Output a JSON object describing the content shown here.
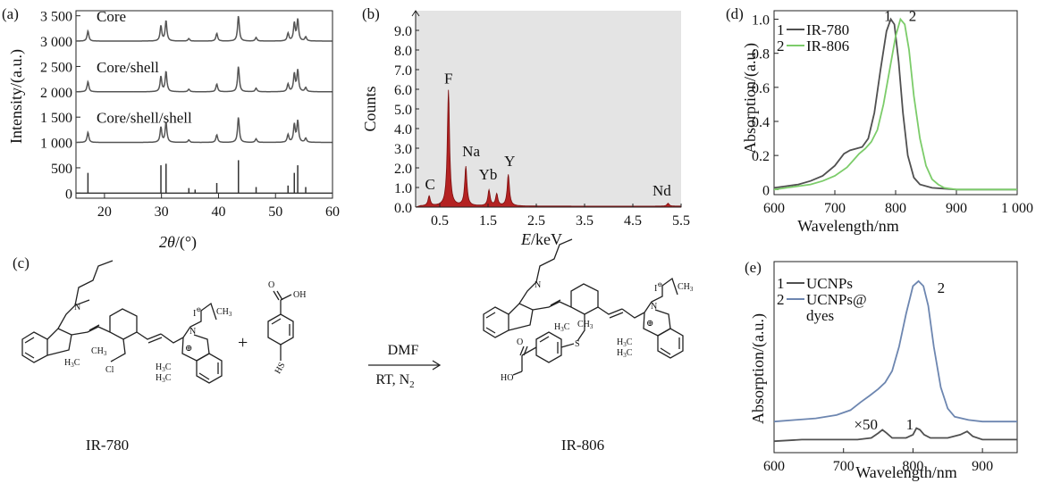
{
  "panels": {
    "a": {
      "letter": "(a)",
      "xlabel_sym": "2θ",
      "xlabel_unit": "/(°)",
      "ylabel": "Intensity/(a.u.)"
    },
    "b": {
      "letter": "(b)",
      "xlabel_sym": "E",
      "xlabel_unit": "/keV",
      "ylabel": "Counts"
    },
    "c": {
      "letter": "(c)",
      "reactant1": "IR-780",
      "product": "IR-806",
      "reagent_top": "DMF",
      "reagent_bottom": "RT, N",
      "reagent_sub": "2",
      "plus": "+"
    },
    "d": {
      "letter": "(d)",
      "xlabel": "Wavelength/nm",
      "ylabel": "Absorption/(a.u.)"
    },
    "e": {
      "letter": "(e)",
      "xlabel": "Wavelength/nm",
      "ylabel": "Absorption/(a.u.)",
      "annotation_x50": "×50"
    }
  },
  "chart_data": [
    {
      "id": "a",
      "type": "line",
      "xlim": [
        15,
        60
      ],
      "ylim": [
        -100,
        3600
      ],
      "xticks": [
        "20",
        "30",
        "40",
        "50",
        "60"
      ],
      "yticks": [
        {
          "v": 3500,
          "label": "3 500"
        },
        {
          "v": 3000,
          "label": "3 000"
        },
        {
          "v": 2500,
          "label": "2 500"
        },
        {
          "v": 2000,
          "label": "2 000"
        },
        {
          "v": 1500,
          "label": "1 500"
        },
        {
          "v": 1000,
          "label": "1 000"
        },
        {
          "v": 500,
          "label": "500"
        },
        {
          "v": 0,
          "label": "0"
        }
      ],
      "curve_labels": [
        "Core",
        "Core/shell",
        "Core/shell/shell"
      ],
      "series_offsets": [
        3000,
        2000,
        1000
      ],
      "peaks": [
        {
          "x": 17.1,
          "h": 200
        },
        {
          "x": 29.9,
          "h": 300
        },
        {
          "x": 30.8,
          "h": 400
        },
        {
          "x": 34.8,
          "h": 50
        },
        {
          "x": 39.7,
          "h": 150
        },
        {
          "x": 43.5,
          "h": 500
        },
        {
          "x": 46.6,
          "h": 70
        },
        {
          "x": 52.2,
          "h": 150
        },
        {
          "x": 53.3,
          "h": 350
        },
        {
          "x": 53.9,
          "h": 420
        },
        {
          "x": 55.3,
          "h": 80
        }
      ],
      "reference_sticks": [
        {
          "x": 17.1,
          "h": 400
        },
        {
          "x": 29.9,
          "h": 550
        },
        {
          "x": 30.8,
          "h": 580
        },
        {
          "x": 34.8,
          "h": 100
        },
        {
          "x": 35.9,
          "h": 70
        },
        {
          "x": 39.7,
          "h": 200
        },
        {
          "x": 43.5,
          "h": 650
        },
        {
          "x": 46.6,
          "h": 120
        },
        {
          "x": 52.2,
          "h": 150
        },
        {
          "x": 53.3,
          "h": 400
        },
        {
          "x": 53.9,
          "h": 550
        },
        {
          "x": 55.3,
          "h": 120
        }
      ]
    },
    {
      "id": "b",
      "type": "area",
      "xlim": [
        0,
        5.5
      ],
      "ylim": [
        0,
        10
      ],
      "xticks": [
        "0.5",
        "1.5",
        "2.5",
        "3.5",
        "4.5",
        "5.5"
      ],
      "yticks": [
        "0.0",
        "1.0",
        "2.0",
        "3.0",
        "4.0",
        "5.0",
        "6.0",
        "7.0",
        "8.0",
        "9.0"
      ],
      "peak_labels": [
        "C",
        "F",
        "Na",
        "Yb",
        "Y",
        "Nd"
      ],
      "peaks": [
        {
          "x": 0.28,
          "h": 0.5
        },
        {
          "x": 0.68,
          "h": 5.9
        },
        {
          "x": 1.04,
          "h": 2.0
        },
        {
          "x": 1.52,
          "h": 0.8
        },
        {
          "x": 1.68,
          "h": 0.6
        },
        {
          "x": 1.92,
          "h": 1.6
        },
        {
          "x": 5.23,
          "h": 0.15
        }
      ],
      "colors": {
        "fill": "#b42222",
        "stroke": "#7a0e0e",
        "background": "#e4e4e4"
      }
    },
    {
      "id": "d",
      "type": "line",
      "xlim": [
        600,
        1000
      ],
      "ylim": [
        -0.03,
        1.05
      ],
      "xticks": [
        {
          "v": 600,
          "label": "600"
        },
        {
          "v": 700,
          "label": "700"
        },
        {
          "v": 800,
          "label": "800"
        },
        {
          "v": 900,
          "label": "900"
        },
        {
          "v": 1000,
          "label": "1 000"
        }
      ],
      "yticks": [
        {
          "v": 0,
          "label": "0"
        },
        {
          "v": 0.2,
          "label": "0.2"
        },
        {
          "v": 0.4,
          "label": "0.4"
        },
        {
          "v": 0.6,
          "label": "0.6"
        },
        {
          "v": 0.8,
          "label": "0.8"
        },
        {
          "v": 1.0,
          "label": "1.0"
        }
      ],
      "series": [
        {
          "name": "IR-780",
          "number": "1",
          "color": "#505050",
          "x": [
            600,
            620,
            640,
            660,
            680,
            700,
            715,
            725,
            735,
            745,
            755,
            765,
            775,
            785,
            792,
            798,
            805,
            812,
            820,
            830,
            840,
            860,
            880,
            900,
            950,
            1000
          ],
          "y": [
            0.01,
            0.02,
            0.03,
            0.05,
            0.08,
            0.14,
            0.21,
            0.23,
            0.24,
            0.25,
            0.3,
            0.45,
            0.7,
            0.93,
            1.0,
            0.97,
            0.75,
            0.45,
            0.2,
            0.07,
            0.03,
            0.01,
            0.005,
            0,
            0,
            0
          ]
        },
        {
          "name": "IR-806",
          "number": "2",
          "color": "#7ccc6a",
          "x": [
            600,
            620,
            640,
            660,
            680,
            700,
            720,
            730,
            740,
            750,
            760,
            770,
            780,
            790,
            800,
            808,
            815,
            822,
            830,
            840,
            850,
            860,
            870,
            880,
            900,
            950,
            1000
          ],
          "y": [
            0.0,
            0.01,
            0.02,
            0.03,
            0.05,
            0.08,
            0.13,
            0.17,
            0.21,
            0.24,
            0.28,
            0.35,
            0.5,
            0.7,
            0.9,
            1.0,
            0.97,
            0.82,
            0.55,
            0.3,
            0.14,
            0.06,
            0.03,
            0.01,
            0,
            0,
            0
          ]
        }
      ]
    },
    {
      "id": "e",
      "type": "line",
      "xlim": [
        600,
        950
      ],
      "ylim": [
        -0.05,
        1.12
      ],
      "xticks": [
        {
          "v": 600,
          "label": "600"
        },
        {
          "v": 700,
          "label": "700"
        },
        {
          "v": 800,
          "label": "800"
        },
        {
          "v": 900,
          "label": "900"
        }
      ],
      "series": [
        {
          "name": "UCNPs",
          "number": "1",
          "color": "#505050",
          "x": [
            600,
            640,
            680,
            720,
            740,
            750,
            756,
            762,
            770,
            790,
            800,
            805,
            810,
            816,
            825,
            850,
            868,
            878,
            886,
            900,
            950
          ],
          "y": [
            0.02,
            0.03,
            0.03,
            0.03,
            0.04,
            0.07,
            0.09,
            0.07,
            0.04,
            0.04,
            0.06,
            0.1,
            0.09,
            0.06,
            0.04,
            0.04,
            0.06,
            0.08,
            0.05,
            0.03,
            0.03
          ]
        },
        {
          "name": "UCNPs@dyes",
          "name_line1": "UCNPs@",
          "name_line2": "dyes",
          "number": "2",
          "color": "#6d86b0",
          "x": [
            600,
            630,
            660,
            690,
            710,
            725,
            738,
            750,
            760,
            770,
            780,
            790,
            800,
            808,
            815,
            822,
            830,
            840,
            850,
            860,
            880,
            900,
            950
          ],
          "y": [
            0.14,
            0.15,
            0.16,
            0.18,
            0.21,
            0.26,
            0.3,
            0.34,
            0.38,
            0.45,
            0.6,
            0.8,
            0.97,
            1.0,
            0.97,
            0.85,
            0.6,
            0.35,
            0.22,
            0.17,
            0.15,
            0.14,
            0.14
          ]
        }
      ]
    }
  ]
}
